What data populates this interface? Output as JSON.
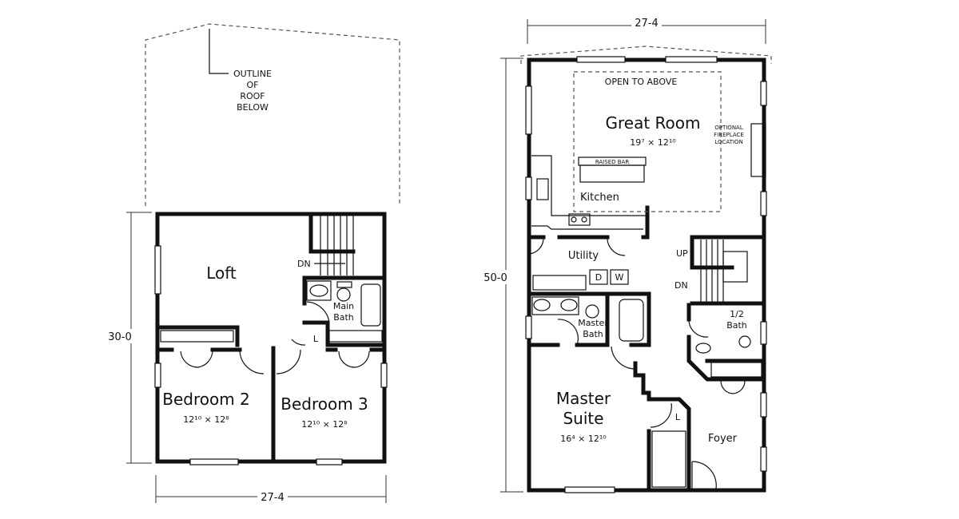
{
  "upper_floor": {
    "roof_note": [
      "OUTLINE",
      "OF",
      "ROOF",
      "BELOW"
    ],
    "dim_depth": "30-0",
    "dim_width": "27-4",
    "rooms": {
      "loft": "Loft",
      "dn": "DN",
      "main_bath": [
        "Main",
        "Bath"
      ],
      "linen": "L",
      "bedroom2": {
        "name": "Bedroom 2",
        "size": "12¹⁰ × 12⁸"
      },
      "bedroom3": {
        "name": "Bedroom 3",
        "size": "12¹⁰ × 12⁸"
      }
    }
  },
  "main_floor": {
    "dim_width": "27-4",
    "dim_depth": "50-0",
    "rooms": {
      "open_to_above": "OPEN TO ABOVE",
      "great_room": {
        "name": "Great Room",
        "size": "19⁷ × 12¹⁰"
      },
      "fireplace_note": [
        "OPTIONAL",
        "FIREPLACE",
        "LOCATION"
      ],
      "raised_bar": "RAISED BAR",
      "kitchen": "Kitchen",
      "utility": "Utility",
      "dryer": "D",
      "washer": "W",
      "up": "UP",
      "dn": "DN",
      "master_bath": [
        "Master",
        "Bath"
      ],
      "half_bath": [
        "1/2",
        "Bath"
      ],
      "master_suite": {
        "name": [
          "Master",
          "Suite"
        ],
        "size": "16⁴ × 12¹⁰"
      },
      "linen": "L",
      "foyer": "Foyer"
    }
  }
}
